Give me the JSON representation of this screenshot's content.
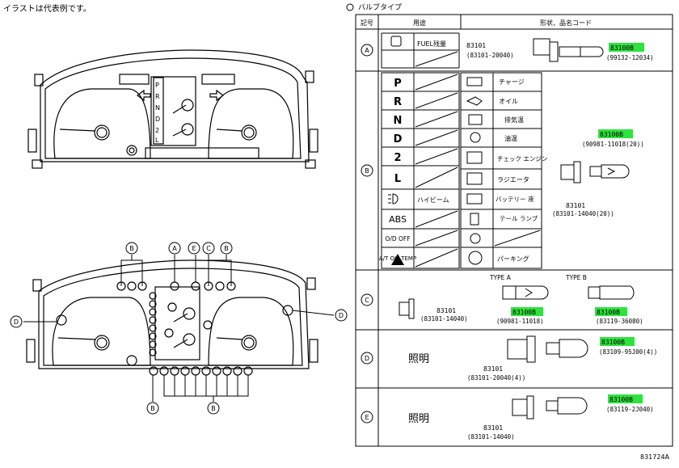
{
  "note": "イラストは代表例です。",
  "table": {
    "title": "バルブタイプ",
    "headers": {
      "symbol": "記号",
      "usage": "用途",
      "shape": "形状、品名コード"
    },
    "rowA": {
      "label": "A",
      "usage": "FUEL残量",
      "socket_no": "83101",
      "socket_code": "(83101-20040)",
      "bulb_no": "83100B",
      "bulb_code": "(99132-12034)"
    },
    "rowB": {
      "label": "B",
      "left_items": [
        "P",
        "R",
        "N",
        "D",
        "2",
        "L",
        "ハイビーム",
        "ABS",
        "O/D OFF",
        "A/T OIL TEMP",
        ""
      ],
      "right_items": [
        "チャージ",
        "オイル",
        "排気温",
        "油温",
        "チェック エンジン",
        "ラジエータ",
        "バッテリー 液",
        "テール ランプ",
        "",
        "パーキング"
      ],
      "bulb_no": "83100B",
      "bulb_code": "(90981-11018(20))",
      "socket_no": "83101",
      "socket_code": "(83101-14040(20))"
    },
    "rowC": {
      "label": "C",
      "type_a": "TYPE A",
      "type_b": "TYPE B",
      "socket_no": "83101",
      "socket_code": "(83101-14040)",
      "bulb_a_no": "83100B",
      "bulb_a_code": "(90981-11018)",
      "bulb_b_no": "83100B",
      "bulb_b_code": "(83119-36080)"
    },
    "rowD": {
      "label": "D",
      "usage": "照明",
      "socket_no": "83101",
      "socket_code": "(83101-20040(4))",
      "bulb_no": "83100B",
      "bulb_code": "(83109-95J00(4))"
    },
    "rowE": {
      "label": "E",
      "usage": "照明",
      "socket_no": "83101",
      "socket_code": "(83101-14040)",
      "bulb_no": "83100B",
      "bulb_code": "(83119-2J040)"
    }
  },
  "diagram": {
    "callouts": [
      "B",
      "B",
      "A",
      "E",
      "C",
      "B",
      "D",
      "D",
      "B"
    ],
    "gear_letters": [
      "P",
      "R",
      "N",
      "D",
      "2",
      "L"
    ]
  },
  "figure_id": "831724A",
  "colors": {
    "highlight": "#2ee33e",
    "line": "#000000"
  }
}
